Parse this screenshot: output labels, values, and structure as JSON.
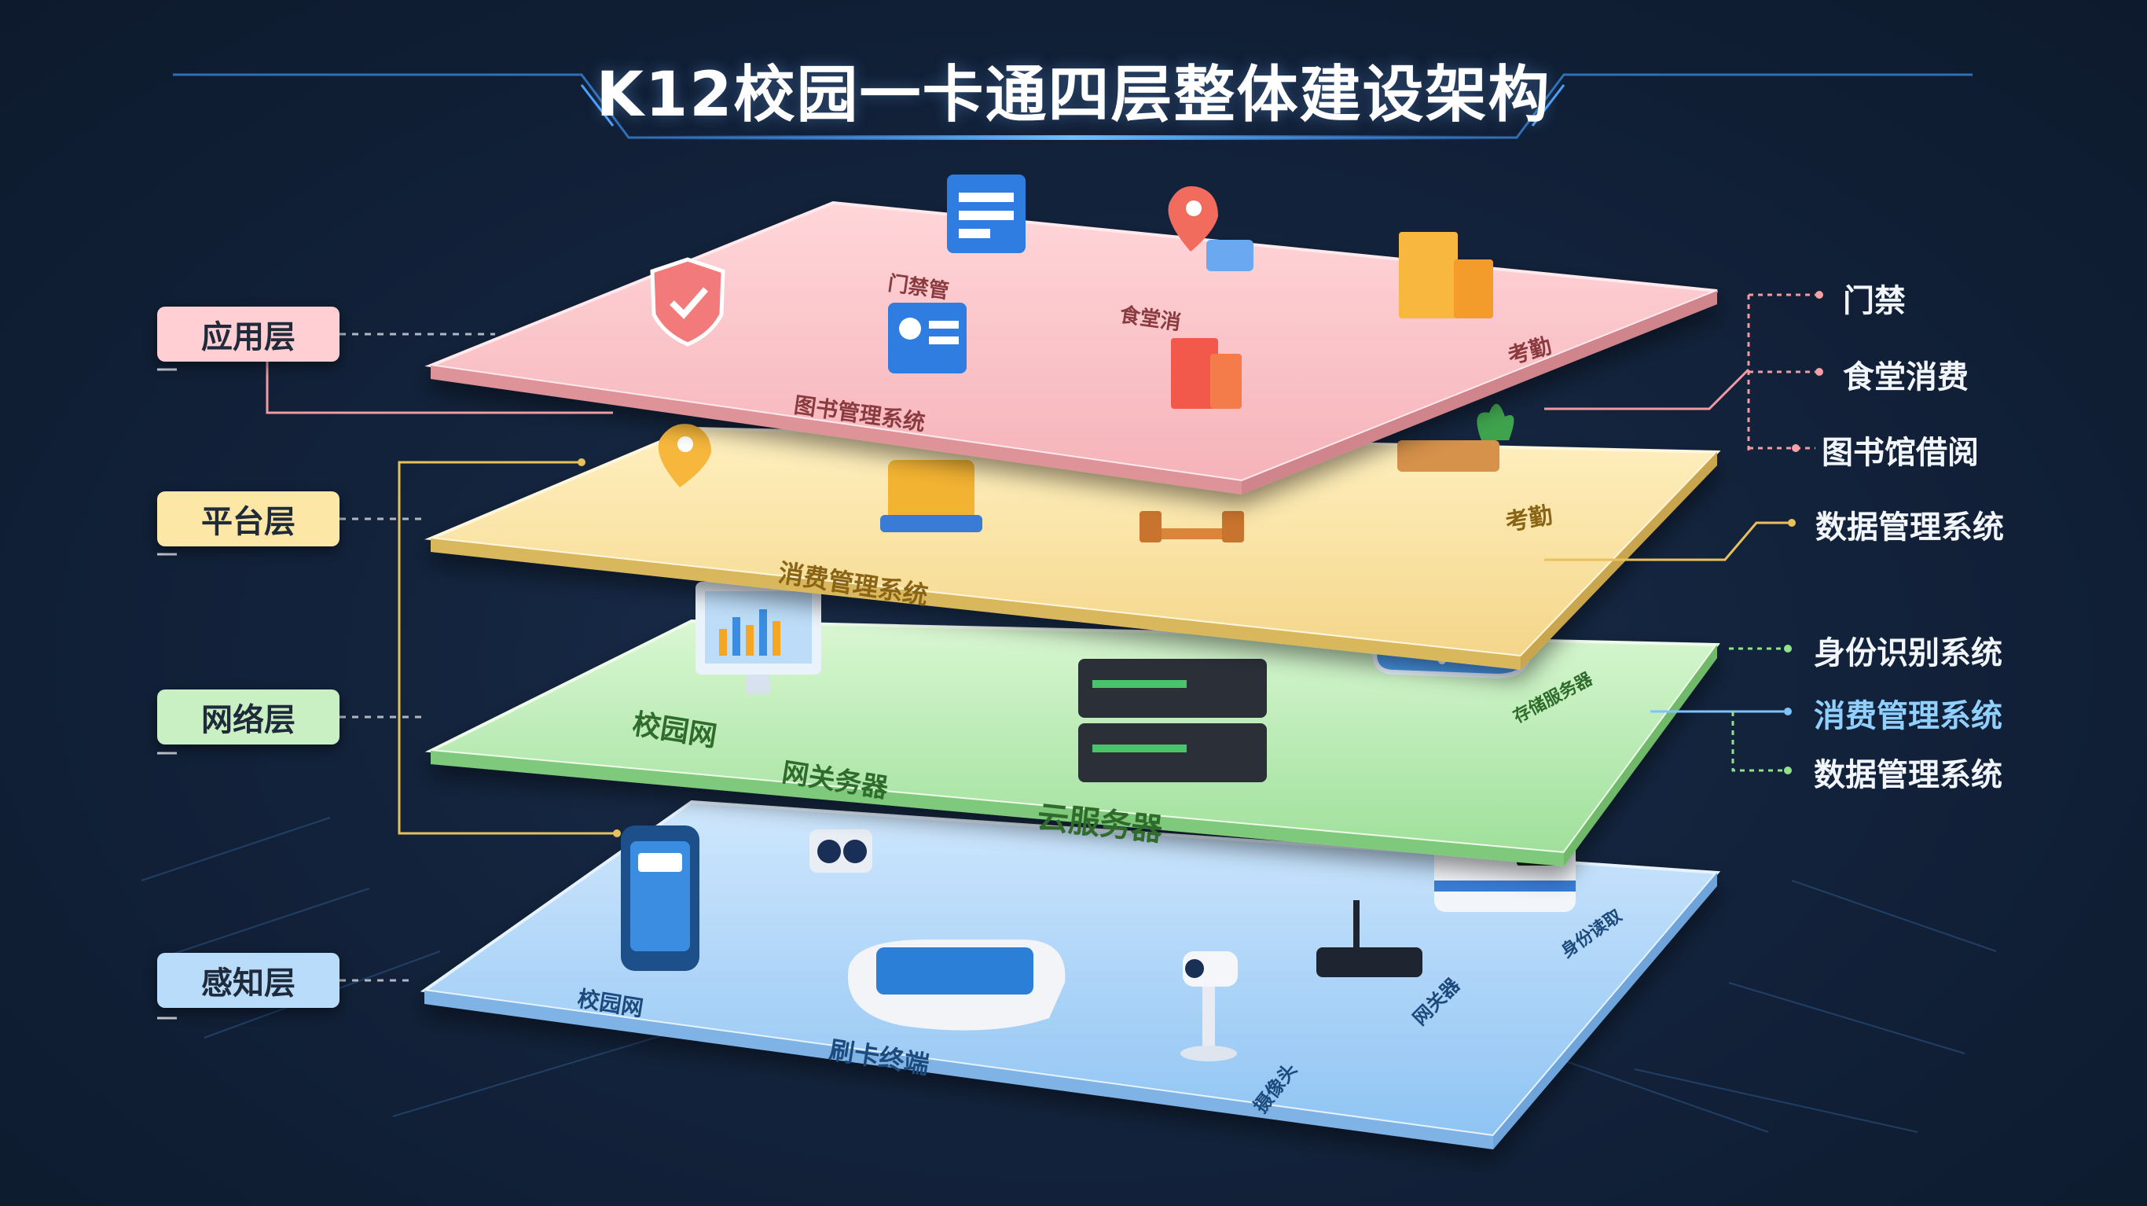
{
  "title": "K12校园一卡通四层整体建设架构",
  "layers": [
    {
      "label": "应用层",
      "color": "#ffcfd3"
    },
    {
      "label": "平台层",
      "color": "#fde7a6"
    },
    {
      "label": "网络层",
      "color": "#c9f0c2"
    },
    {
      "label": "感知层",
      "color": "#b9dcfb"
    }
  ],
  "plate_labels": {
    "app": [
      "门禁管",
      "食堂消",
      "考勤",
      "图书管理系统"
    ],
    "platform": [
      "消费管理系统",
      "考勤"
    ],
    "network": [
      "校园网",
      "网关务器",
      "云服务器",
      "存储服务器"
    ],
    "perception": [
      "校园网",
      "刷卡终端",
      "摄像头",
      "网关器",
      "身份读取"
    ]
  },
  "right_groups": {
    "app": [
      "门禁",
      "食堂消费",
      "图书馆借阅"
    ],
    "platform": [
      "数据管理系统"
    ],
    "network": [
      "身份识别系统",
      "消费管理系统",
      "数据管理系统"
    ]
  },
  "colors": {
    "app_plate": "#f9c4c8",
    "platform_plate": "#fbe3a0",
    "network_plate": "#bfeebb",
    "perception_plate": "#a9d3f8",
    "connector": "#e8c15a",
    "dot_pink": "#f6a0a6",
    "dot_green": "#8fe38a",
    "dot_blue": "#7cc4ff"
  }
}
